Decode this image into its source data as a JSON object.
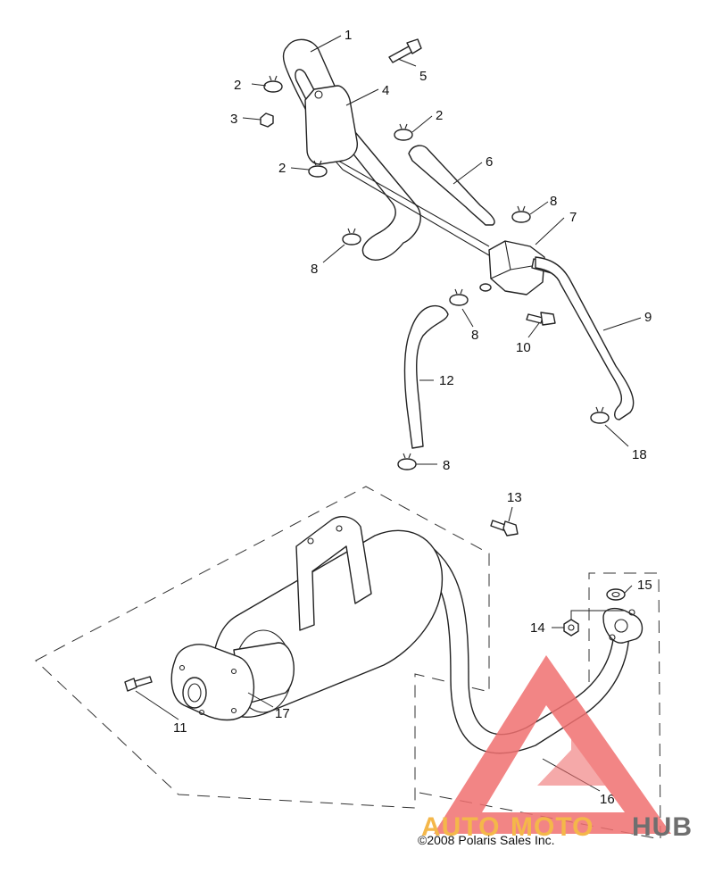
{
  "diagram": {
    "callouts": [
      "1",
      "2",
      "3",
      "4",
      "5",
      "2",
      "2",
      "6",
      "8",
      "7",
      "8",
      "8",
      "9",
      "10",
      "12",
      "18",
      "8",
      "13",
      "15",
      "14",
      "11",
      "17",
      "16"
    ],
    "copyright": "©2008 Polaris Sales Inc."
  },
  "watermark": {
    "part1": "AUTO",
    "part2": "MOTO",
    "part3": "HUB",
    "colors": {
      "triangle": "#f07070",
      "auto": "#f4b74a",
      "moto": "#f4b74a",
      "hub": "#6f6f6f"
    }
  }
}
